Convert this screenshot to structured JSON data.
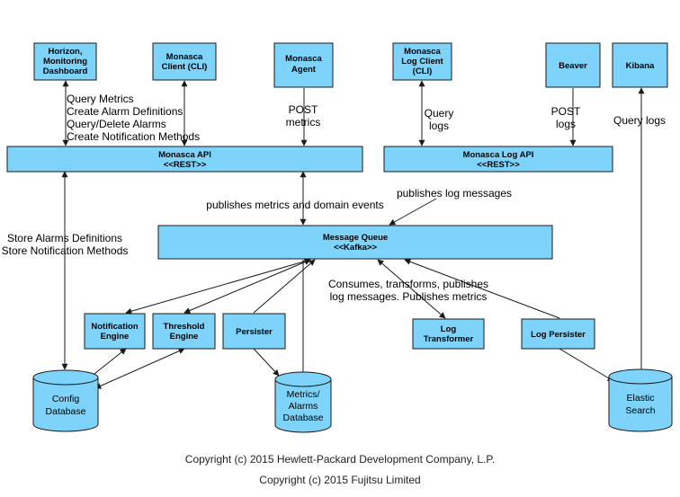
{
  "nodes": {
    "horizon": [
      "Horizon,",
      "Monitoring",
      "Dashboard"
    ],
    "monasca_client": [
      "Monasca",
      "Client (CLI)"
    ],
    "monasca_agent": [
      "Monasca",
      "Agent"
    ],
    "monasca_log_client": [
      "Monasca",
      "Log Client",
      "(CLI)"
    ],
    "beaver": [
      "Beaver"
    ],
    "kibana": [
      "Kibana"
    ],
    "monasca_api": [
      "Monasca API",
      "<<REST>>"
    ],
    "monasca_log_api": [
      "Monasca Log API",
      "<<REST>>"
    ],
    "message_queue": [
      "Message Queue",
      "<<Kafka>>"
    ],
    "notification_engine": [
      "Notification",
      "Engine"
    ],
    "threshold_engine": [
      "Threshold",
      "Engine"
    ],
    "persister": [
      "Persister"
    ],
    "log_transformer": [
      "Log",
      "Transformer"
    ],
    "log_persister": [
      "Log Persister"
    ],
    "config_database": [
      "Config",
      "Database"
    ],
    "metrics_alarms_database": [
      "Metrics/",
      "Alarms",
      "Database"
    ],
    "elastic_search": [
      "Elastic",
      "Search"
    ]
  },
  "labels": {
    "api_ops": [
      "Query Metrics",
      "Create Alarm Definitions",
      "Query/Delete Alarms",
      "Create Notification Methods"
    ],
    "post_metrics": [
      "POST",
      "metrics"
    ],
    "query_logs": [
      "Query",
      "logs"
    ],
    "post_logs": [
      "POST",
      "logs"
    ],
    "query_logs_kibana": [
      "Query logs"
    ],
    "publishes_metrics": [
      "publishes metrics and domain events"
    ],
    "publishes_logs": [
      "publishes log messages"
    ],
    "store_alarms": [
      "Store Alarms Definitions",
      "Store Notification Methods"
    ],
    "consumes": [
      "Consumes, transforms, publishes",
      "log messages. Publishes metrics"
    ]
  },
  "copyright": [
    "Copyright (c) 2015 Hewlett-Packard Development Company, L.P.",
    "Copyright (c) 2015 Fujitsu Limited"
  ],
  "colors": {
    "box_fill": "#7dd3f9",
    "stroke": "#1a1a1a"
  }
}
